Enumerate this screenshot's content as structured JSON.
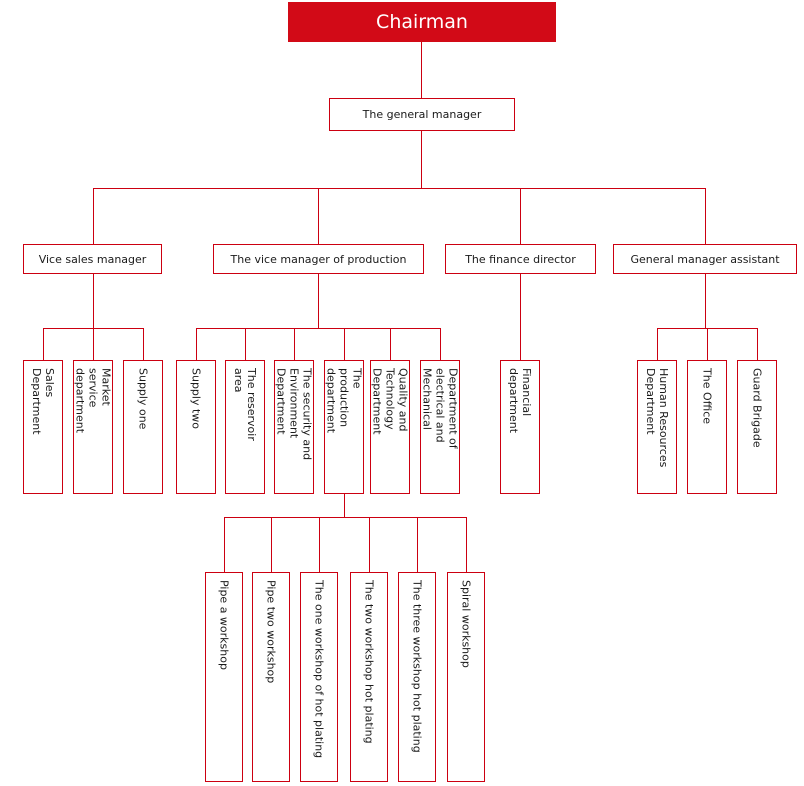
{
  "diagram": {
    "type": "org-chart",
    "levels": 5
  },
  "colors": {
    "line_red": "#cc0011",
    "chairman_fill": "#d20a17",
    "chairman_text": "#ffffff",
    "node_text": "#1a1a1a",
    "node_bg": "#ffffff"
  },
  "nodes": {
    "chairman": {
      "label": "Chairman"
    },
    "general_manager": {
      "label": "The general manager"
    },
    "vice_sales_manager": {
      "label": "Vice sales manager"
    },
    "vice_manager_production": {
      "label": "The vice manager of production"
    },
    "finance_director": {
      "label": "The finance director"
    },
    "gm_assistant": {
      "label": "General manager assistant"
    },
    "sales_department": {
      "label": "Sales\nDepartment"
    },
    "market_service_department": {
      "label": "Market\nservice\ndepartment"
    },
    "supply_one": {
      "label": "Supply one"
    },
    "supply_two": {
      "label": "Supply two"
    },
    "reservoir_area": {
      "label": "The reservoir\narea"
    },
    "security_environment_department": {
      "label": "The security and\nEnvironment\nDepartment"
    },
    "production_department": {
      "label": "The\nproduction\ndepartment"
    },
    "quality_technology_department": {
      "label": "Quality and\nTechnology\nDepartment"
    },
    "electrical_mechanical_department": {
      "label": "Department of\nelectrical and\nMechanical"
    },
    "financial_department": {
      "label": "Financial\ndepartment"
    },
    "human_resources_department": {
      "label": "Human Resources\nDepartment"
    },
    "the_office": {
      "label": "The Office"
    },
    "guard_brigade": {
      "label": "Guard Brigade"
    },
    "pipe_a_workshop": {
      "label": "Pipe a workshop"
    },
    "pipe_two_workshop": {
      "label": "Pipe two workshop"
    },
    "one_workshop_hot_plating": {
      "label": "The one workshop of hot plating"
    },
    "two_workshop_hot_plating": {
      "label": "The two workshop hot plating"
    },
    "three_workshop_hot_plating": {
      "label": "The three workshop hot plating"
    },
    "spiral_workshop": {
      "label": "Spiral workshop"
    }
  },
  "hierarchy": {
    "chairman": [
      "general_manager"
    ],
    "general_manager": [
      "vice_sales_manager",
      "vice_manager_production",
      "finance_director",
      "gm_assistant"
    ],
    "vice_sales_manager": [
      "sales_department",
      "market_service_department",
      "supply_one"
    ],
    "vice_manager_production": [
      "supply_two",
      "reservoir_area",
      "security_environment_department",
      "production_department",
      "quality_technology_department",
      "electrical_mechanical_department"
    ],
    "finance_director": [
      "financial_department"
    ],
    "gm_assistant": [
      "human_resources_department",
      "the_office",
      "guard_brigade"
    ],
    "production_department": [
      "pipe_a_workshop",
      "pipe_two_workshop",
      "one_workshop_hot_plating",
      "two_workshop_hot_plating",
      "three_workshop_hot_plating",
      "spiral_workshop"
    ]
  }
}
